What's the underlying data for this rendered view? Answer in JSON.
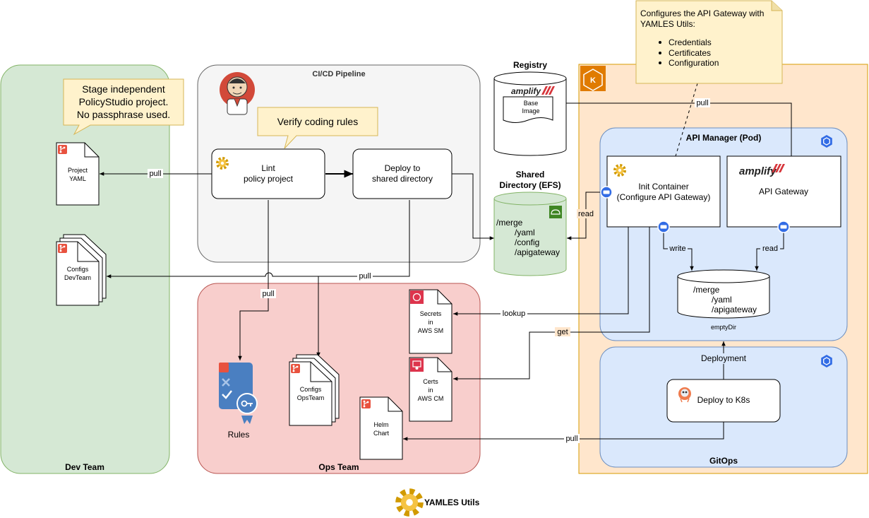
{
  "groups": {
    "dev_team": "Dev Team",
    "cicd": "CI/CD Pipeline",
    "ops_team": "Ops Team",
    "api_manager": "API Manager (Pod)",
    "gitops": "GitOps"
  },
  "notes": {
    "stage": [
      "Stage independent",
      "PolicyStudio project.",
      "No passphrase used."
    ],
    "verify": "Verify coding rules",
    "configures_title": [
      "Configures the API Gateway with",
      "YAMLES Utils:"
    ],
    "configures_items": [
      "Credentials",
      "Certificates",
      "Configuration"
    ]
  },
  "nodes": {
    "project_yaml": [
      "Project",
      "YAML"
    ],
    "configs_devteam": [
      "Configs",
      "DevTeam"
    ],
    "lint": [
      "Lint",
      "policy project"
    ],
    "deploy_shared": [
      "Deploy to",
      "shared directory"
    ],
    "registry_title": "Registry",
    "registry_brand": "amplify",
    "base_image": [
      "Base",
      "Image"
    ],
    "shared_dir_title": [
      "Shared",
      "Directory (EFS)"
    ],
    "shared_dir_paths": [
      "/merge",
      "/yaml",
      "/config",
      "/apigateway"
    ],
    "secrets": [
      "Secrets",
      "in",
      "AWS SM"
    ],
    "certs": [
      "Certs",
      "in",
      "AWS CM"
    ],
    "rules": "Rules",
    "configs_opsteam": [
      "Configs",
      "OpsTeam"
    ],
    "helm_chart": [
      "Helm",
      "Chart"
    ],
    "init_container": [
      "Init Container",
      "(Configure API Gateway)"
    ],
    "api_gateway_brand": "amplify",
    "api_gateway": "API Gateway",
    "emptydir_paths": [
      "/merge",
      "/yaml",
      "/apigateway"
    ],
    "emptydir_label": "emptyDir",
    "deploy_k8s": "Deploy to K8s"
  },
  "edges": {
    "pull_project": "pull",
    "pull_configs_dev": "pull",
    "pull_rules": "pull",
    "pull_base_image": "pull",
    "read_shared": "read",
    "write_emptydir": "write",
    "read_emptydir": "read",
    "lookup": "lookup",
    "get": "get",
    "deployment": "Deployment",
    "pull_helm": "pull"
  },
  "legend": {
    "yamles": "YAMLES Utils"
  },
  "colors": {
    "dev_fill": "#d5e8d4",
    "dev_stroke": "#82b366",
    "ops_fill": "#f8cecc",
    "ops_stroke": "#b85450",
    "cicd_fill": "#f5f5f5",
    "cicd_stroke": "#666666",
    "aws_fill": "#ffe6cc",
    "aws_stroke": "#d79b00",
    "k8s_fill": "#dae8fc",
    "k8s_stroke": "#6c8ebf",
    "note_fill": "#fff2cc",
    "note_stroke": "#d6b656",
    "git_red": "#e8523f",
    "amplify_red": "#d6343a",
    "k8s_blue": "#326ce5",
    "eks_orange": "#e07b00"
  }
}
